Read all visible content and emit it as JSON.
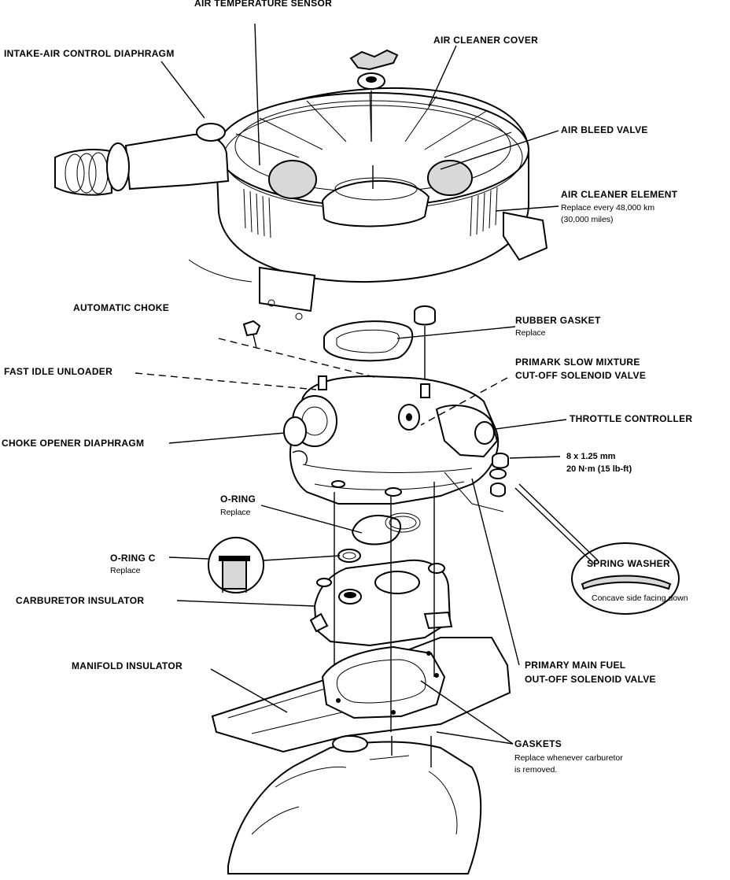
{
  "labels": {
    "air_temperature_sensor": "AIR TEMPERATURE SENSOR",
    "intake_air_control_diaphragm": "INTAKE-AIR CONTROL DIAPHRAGM",
    "air_cleaner_cover": "AIR CLEANER COVER",
    "air_bleed_valve": "AIR BLEED VALVE",
    "air_cleaner_element": "AIR CLEANER ELEMENT",
    "air_cleaner_element_note_1": "Replace every 48,000 km",
    "air_cleaner_element_note_2": "(30,000 miles)",
    "automatic_choke": "AUTOMATIC CHOKE",
    "rubber_gasket": "RUBBER GASKET",
    "rubber_gasket_note": "Replace",
    "fast_idle_unloader": "FAST IDLE UNLOADER",
    "primary_slow_mixture_1": "PRIMARK SLOW MIXTURE",
    "primary_slow_mixture_2": "CUT-OFF SOLENOID VALVE",
    "choke_opener_diaphragm": "CHOKE OPENER DIAPHRAGM",
    "throttle_controller": "THROTTLE CONTROLLER",
    "bolt_spec_1": "8 x 1.25 mm",
    "bolt_spec_2": "20 N·m (15 lb-ft)",
    "o_ring": "O-RING",
    "o_ring_note": "Replace",
    "o_ring_c": "O-RING C",
    "o_ring_c_note": "Replace",
    "spring_washer": "SPRING WASHER",
    "spring_washer_note": "Concave side facing down",
    "carburetor_insulator": "CARBURETOR INSULATOR",
    "manifold_insulator": "MANIFOLD INSULATOR",
    "primary_main_fuel_1": "PRIMARY MAIN FUEL",
    "primary_main_fuel_2": "OUT-OFF SOLENOID VALVE",
    "gaskets": "GASKETS",
    "gaskets_note_1": "Replace whenever carburetor",
    "gaskets_note_2": "is removed."
  }
}
